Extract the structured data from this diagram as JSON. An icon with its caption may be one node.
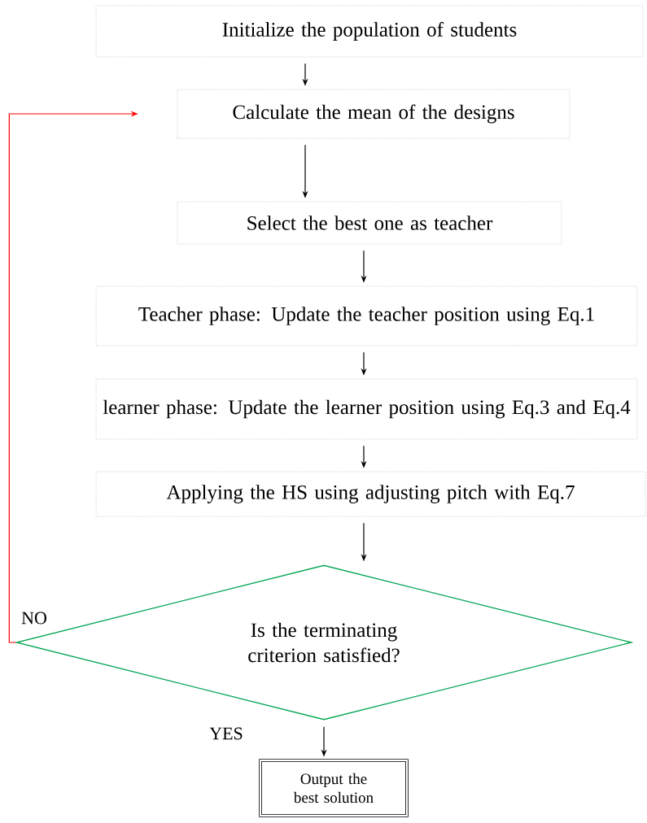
{
  "diagram": {
    "nodes": [
      {
        "text": [
          "Initialize the population of students"
        ]
      },
      {
        "text": [
          "Calculate the mean of the designs"
        ]
      },
      {
        "text": [
          "Select the best one as teacher"
        ]
      },
      {
        "text": [
          "Teacher phase: Update the teacher position using Eq.1"
        ]
      },
      {
        "text": [
          "learner phase: Update the learner position using Eq.3 and Eq.4"
        ]
      },
      {
        "text": [
          "Applying the HS using adjusting pitch with Eq.7"
        ]
      },
      {
        "text": [
          "Is the terminating criterion satisfied?"
        ]
      },
      {
        "text": [
          "Output the best solution"
        ]
      }
    ],
    "edges": [
      {
        "from": 0,
        "to": 1,
        "arrow": "to"
      },
      {
        "from": 1,
        "to": 2,
        "arrow": "to"
      },
      {
        "from": 2,
        "to": 3,
        "arrow": "to"
      },
      {
        "from": 3,
        "to": 4,
        "arrow": "to"
      },
      {
        "from": 4,
        "to": 5,
        "arrow": "to"
      },
      {
        "from": 5,
        "to": 6,
        "arrow": "to"
      },
      {
        "from": 6,
        "to": 7,
        "arrow": "to",
        "label": "YES"
      },
      {
        "from": 6,
        "to": 1,
        "arrow": "to",
        "label": "NO",
        "color": "#ff0000"
      }
    ]
  }
}
